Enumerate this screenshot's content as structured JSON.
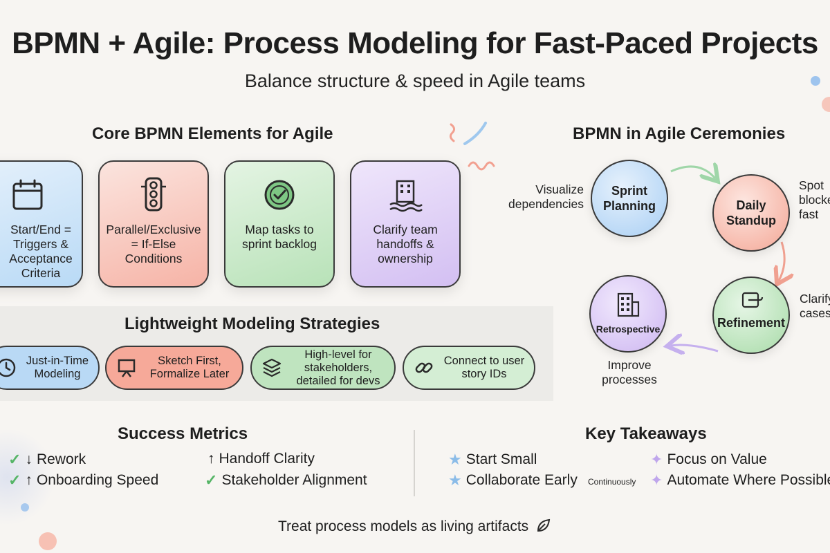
{
  "header": {
    "title": "BPMN + Agile: Process Modeling for Fast-Paced Projects",
    "subtitle": "Balance structure & speed in Agile teams"
  },
  "core_elements": {
    "title": "Core BPMN Elements for Agile",
    "cards": [
      {
        "icon": "calendar-icon",
        "text": "Start/End = Triggers & Acceptance Criteria",
        "color": "#b9daf6"
      },
      {
        "icon": "traffic-light-icon",
        "text": "Parallel/Exclusive = If-Else Conditions",
        "color": "#f6b3a6"
      },
      {
        "icon": "check-badge-icon",
        "text": "Map tasks to sprint backlog",
        "color": "#b8e2b8"
      },
      {
        "icon": "building-icon",
        "text": "Clarify team handoffs & ownership",
        "color": "#d3bff2"
      }
    ]
  },
  "strategies": {
    "title": "Lightweight Modeling Strategies",
    "items": [
      {
        "icon": "clock-icon",
        "text": "Just-in-Time Modeling",
        "color": "#b9d9f5"
      },
      {
        "icon": "easel-icon",
        "text": "Sketch First, Formalize Later",
        "color": "#f6a999"
      },
      {
        "icon": "layers-icon",
        "text": "High-level for stakeholders, detailed for devs",
        "color": "#bfe4bf"
      },
      {
        "icon": "link-icon",
        "text": "Connect to user story IDs",
        "color": "#d4eed4"
      }
    ]
  },
  "ceremonies": {
    "title": "BPMN in Agile Ceremonies",
    "nodes": [
      {
        "label": "Sprint Planning",
        "note": "Visualize dependencies",
        "color": "#b9daf6"
      },
      {
        "label": "Daily Standup",
        "note": "Spot blockers fast",
        "color": "#f6b3a6"
      },
      {
        "label": "Refinement",
        "note": "Clarify cases",
        "color": "#b8e2b8"
      },
      {
        "label": "Retrospective",
        "note": "Improve processes",
        "color": "#d3bff2"
      }
    ]
  },
  "success_metrics": {
    "title": "Success Metrics",
    "items": [
      {
        "marker": "✓",
        "arrow": "↓",
        "text": "Rework"
      },
      {
        "marker": "",
        "arrow": "↑",
        "text": "Handoff Clarity"
      },
      {
        "marker": "✓",
        "arrow": "↑",
        "text": "Onboarding Speed"
      },
      {
        "marker": "✓",
        "arrow": "",
        "text": "Stakeholder Alignment"
      }
    ]
  },
  "key_takeaways": {
    "title": "Key Takeaways",
    "items": [
      "Start Small",
      "Focus on Value",
      "Collaborate Early",
      "Automate Where Possible"
    ],
    "note": "Continuously"
  },
  "footer": {
    "text": "Treat process models as living artifacts"
  }
}
